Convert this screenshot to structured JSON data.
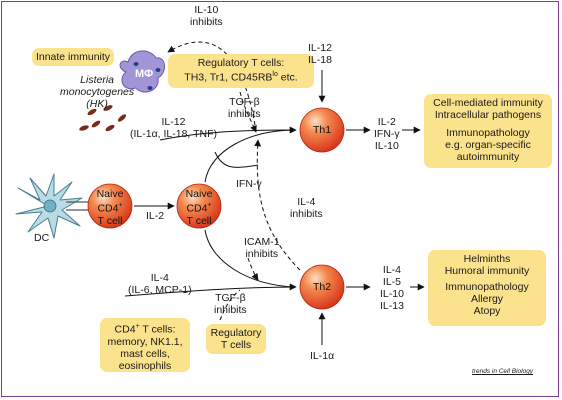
{
  "labels": {
    "il10_inhibits": [
      "IL-10",
      "inhibits"
    ],
    "innate_immunity": "Innate immunity",
    "listeria": [
      "Listeria",
      "monocytogenes",
      "(HK)"
    ],
    "macrophage": "MΦ",
    "treg_box": [
      "Regulatory T cells:",
      "TH3, Tr1, CD45RB",
      "lo",
      " etc."
    ],
    "il12_il18_top": [
      "IL-12",
      "IL-18"
    ],
    "tgfb_inhibits_top": [
      "TGF-β",
      "inhibits"
    ],
    "il12_left": [
      "IL-12",
      "(IL-1α, IL-18, TNF)"
    ],
    "th1": "Th1",
    "th1_outputs": [
      "IL-2",
      "IFN-γ",
      "IL-10"
    ],
    "th1_effects": [
      "Cell-mediated immunity",
      "Intracellular pathogens",
      "Immunopathology",
      "e.g. organ-specific",
      "autoimmunity"
    ],
    "ifn_gamma": "IFN-γ",
    "il4_inhibits": [
      "IL-4",
      "inhibits"
    ],
    "dc": "DC",
    "naive_left": [
      "Naive",
      "CD4",
      "+",
      "T cell"
    ],
    "il2": "IL-2",
    "naive_center": [
      "Naive",
      "CD4",
      "+",
      "T cell"
    ],
    "icam_inhibits": [
      "ICAM-1",
      "inhibits"
    ],
    "il4_left": [
      "IL-4",
      "(IL-6, MCP-1)"
    ],
    "tgfb_inhibits_bottom": [
      "TGF-β",
      "inhibits"
    ],
    "th2": "Th2",
    "th2_outputs": [
      "IL-4",
      "IL-5",
      "IL-10",
      "IL-13"
    ],
    "th2_effects": [
      "Helminths",
      "Humoral immunity",
      "Immunopathology",
      "Allergy",
      "Atopy"
    ],
    "cd4_box": [
      "CD4",
      "+",
      " T cells:",
      "memory, NK1.1,",
      "mast cells,",
      "eosinophils"
    ],
    "treg_bottom_box": [
      "Regulatory",
      "T cells"
    ],
    "il1a_bottom": "IL-1α",
    "credit": "trends in Cell Biology"
  },
  "colors": {
    "box_fill": "#fbe28c",
    "cell_fill": "#e8431f",
    "frame": "#7a3e93",
    "macrophage": "#a394d6",
    "bacteria": "#7a2a18",
    "dc_fill": "#b7dce6"
  }
}
